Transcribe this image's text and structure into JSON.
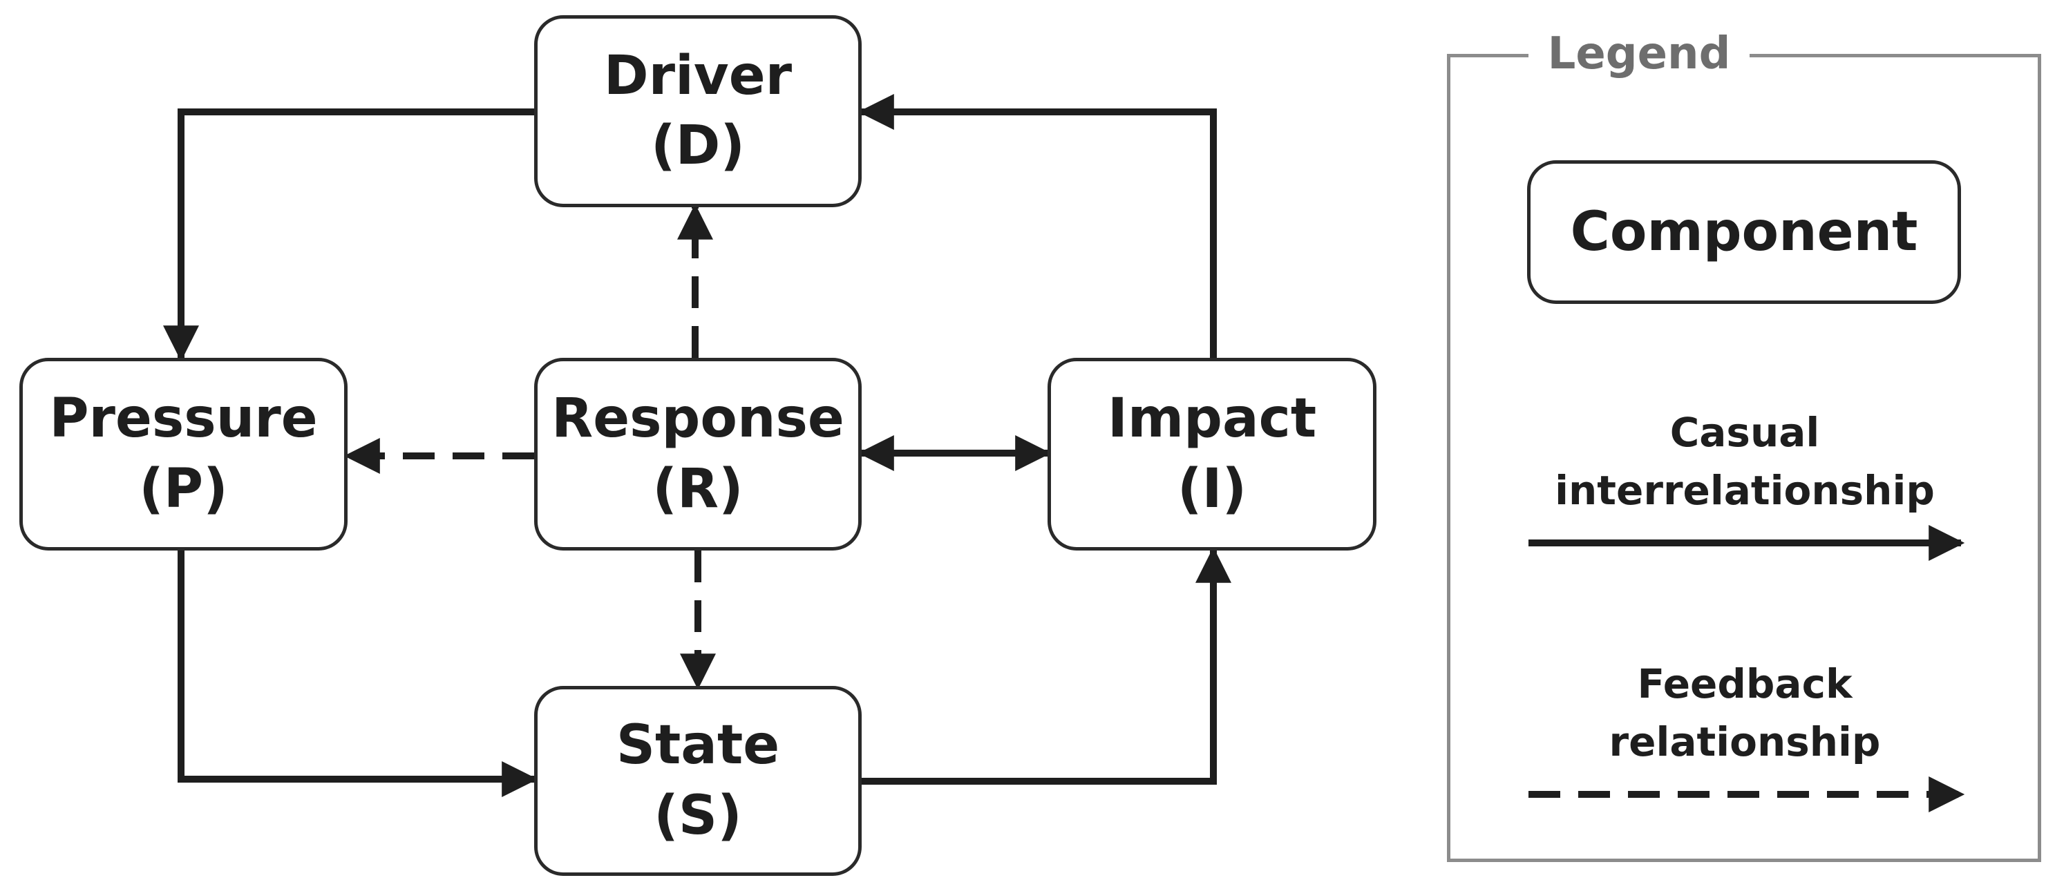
{
  "nodes": {
    "driver": {
      "name": "Driver",
      "abbr": "(D)"
    },
    "pressure": {
      "name": "Pressure",
      "abbr": "(P)"
    },
    "response": {
      "name": "Response",
      "abbr": "(R)"
    },
    "impact": {
      "name": "Impact",
      "abbr": "(I)"
    },
    "state": {
      "name": "State",
      "abbr": "(S)"
    }
  },
  "legend": {
    "title": "Legend",
    "component": "Component",
    "causal": {
      "line1": "Casual",
      "line2": "interrelationship"
    },
    "feedback": {
      "line1": "Feedback",
      "line2": "relationship"
    }
  },
  "edges": [
    {
      "from": "Driver",
      "to": "Pressure",
      "style": "solid"
    },
    {
      "from": "Pressure",
      "to": "State",
      "style": "solid"
    },
    {
      "from": "State",
      "to": "Impact",
      "style": "solid"
    },
    {
      "from": "Impact",
      "to": "Driver",
      "style": "solid"
    },
    {
      "from": "Response",
      "to": "Impact",
      "style": "solid",
      "bidirectional": true
    },
    {
      "from": "Response",
      "to": "Driver",
      "style": "dashed"
    },
    {
      "from": "Response",
      "to": "Pressure",
      "style": "dashed"
    },
    {
      "from": "Response",
      "to": "State",
      "style": "dashed"
    }
  ],
  "colors": {
    "stroke": "#1e1e1e",
    "legend_frame": "#8c8c8c",
    "legend_title": "#6e6e6e"
  }
}
